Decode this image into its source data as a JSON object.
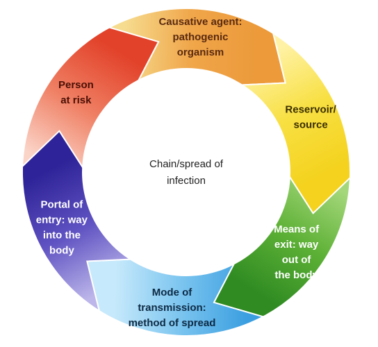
{
  "diagram": {
    "center": {
      "lines": [
        "Chain/spread of",
        "infection"
      ]
    },
    "segments": [
      {
        "id": "causative-agent",
        "lines": [
          "Causative agent:",
          "pathogenic",
          "organism"
        ],
        "colors": [
          "#f6dc8f",
          "#f0a64a",
          "#ec9a3a"
        ],
        "text_color": "#5a2a10"
      },
      {
        "id": "reservoir",
        "lines": [
          "Reservoir/",
          "source"
        ],
        "colors": [
          "#fff2a6",
          "#f8e043",
          "#f4d21e"
        ],
        "text_color": "#3a2e00"
      },
      {
        "id": "means-of-exit",
        "lines": [
          "Means of",
          "exit: way",
          "out of",
          "the body"
        ],
        "colors": [
          "#a4d77a",
          "#5cb035",
          "#2f8b22"
        ],
        "text_color": "#ffffff"
      },
      {
        "id": "mode-of-transmission",
        "lines": [
          "Mode of",
          "transmission:",
          "method of spread"
        ],
        "colors": [
          "#3a9ee0",
          "#7ac4ef",
          "#c6e9fb"
        ],
        "text_color": "#0d2a44"
      },
      {
        "id": "portal-of-entry",
        "lines": [
          "Portal of",
          "entry: way",
          "into the",
          "body"
        ],
        "colors": [
          "#bcb6ea",
          "#5f52c2",
          "#2e2398"
        ],
        "text_color": "#ffffff"
      },
      {
        "id": "person-at-risk",
        "lines": [
          "Person",
          "at risk"
        ],
        "colors": [
          "#fbd4c8",
          "#ef7f63",
          "#e2422a"
        ],
        "text_color": "#4a0f05"
      }
    ]
  }
}
